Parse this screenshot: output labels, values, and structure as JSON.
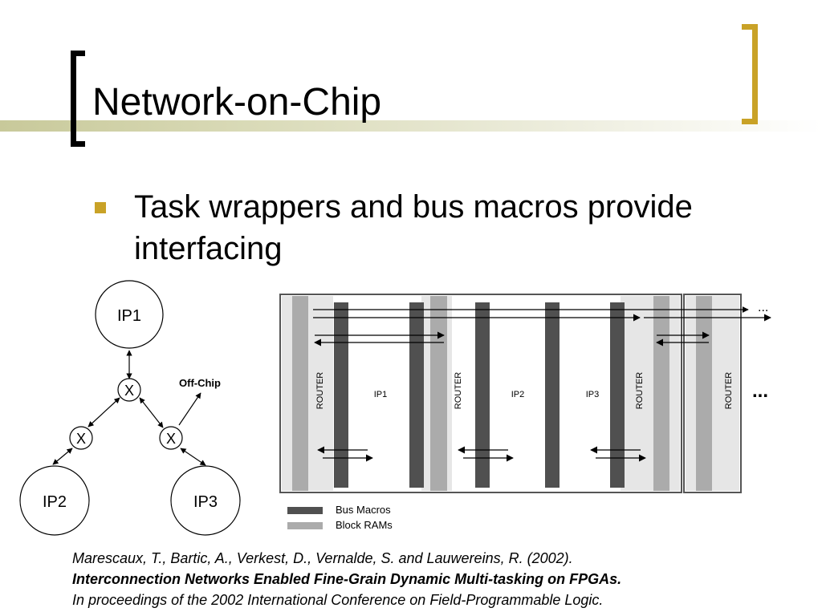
{
  "slide": {
    "title": "Network-on-Chip",
    "bullet": "Task wrappers and bus macros provide interfacing"
  },
  "topology_diagram": {
    "nodes": {
      "ip1": "IP1",
      "ip2": "IP2",
      "ip3": "IP3",
      "switch": "X"
    },
    "off_chip_label": "Off-Chip"
  },
  "noc_diagram": {
    "router_label": "ROUTER",
    "ip_labels": [
      "IP1",
      "IP2",
      "IP3"
    ],
    "ellipsis": "..."
  },
  "legend": {
    "bus_macros": "Bus Macros",
    "block_rams": "Block RAMs"
  },
  "colors": {
    "accent": "#c9a227",
    "bus_macro": "#505050",
    "block_ram": "#ababab",
    "router_fill": "#e6e6e6"
  },
  "citation": {
    "authors": "Marescaux, T., Bartic, A., Verkest, D., Vernalde, S. and Lauwereins, R. (2002).",
    "paper": "Interconnection Networks Enabled Fine-Grain Dynamic Multi-tasking on FPGAs.",
    "proceedings": "In proceedings of the 2002 International Conference on Field-Programmable Logic."
  }
}
